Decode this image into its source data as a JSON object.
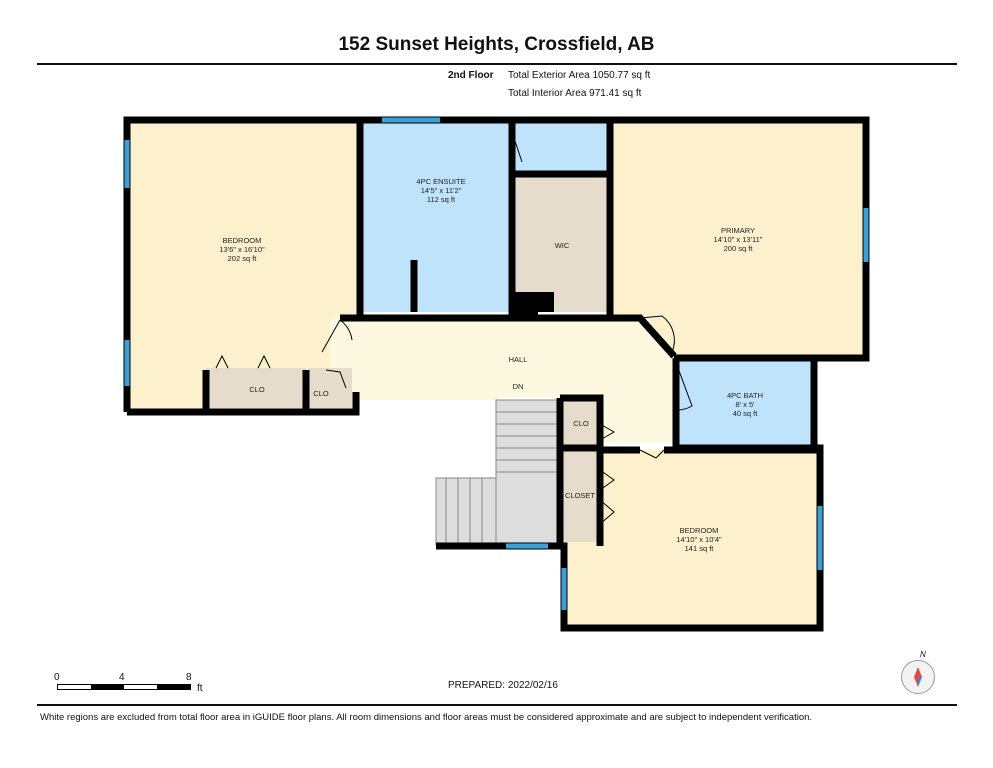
{
  "header": {
    "title": "152 Sunset Heights, Crossfield, AB",
    "floor_label": "2nd Floor",
    "exterior_area": "Total Exterior Area 1050.77 sq ft",
    "interior_area": "Total Interior Area 971.41 sq ft"
  },
  "rooms": {
    "bedroom_left": {
      "name": "BEDROOM",
      "dims": "13'6\" x 16'10\"",
      "area": "202 sq ft"
    },
    "ensuite": {
      "name": "4PC ENSUITE",
      "dims": "14'5\" x 11'2\"",
      "area": "112 sq ft"
    },
    "wic": {
      "name": "WIC"
    },
    "primary": {
      "name": "PRIMARY",
      "dims": "14'10\" x 13'11\"",
      "area": "200 sq ft"
    },
    "hall": {
      "name": "HALL",
      "stairs": "DN"
    },
    "bath": {
      "name": "4PC BATH",
      "dims": "8' x 5'",
      "area": "40 sq ft"
    },
    "clo_left": {
      "name": "CLO"
    },
    "clo_small": {
      "name": "CLO"
    },
    "clo_hall": {
      "name": "CLO"
    },
    "closet": {
      "name": "CLOSET"
    },
    "bedroom_bottom": {
      "name": "BEDROOM",
      "dims": "14'10\" x 10'4\"",
      "area": "141 sq ft"
    }
  },
  "scale": {
    "ticks": [
      "0",
      "4",
      "8"
    ],
    "unit": "ft"
  },
  "compass": {
    "label": "N"
  },
  "prepared": "PREPARED: 2022/02/16",
  "footer": "White regions are excluded from total floor area in iGUIDE floor plans. All room dimensions and floor areas must be considered approximate and are subject to independent verification.",
  "colors": {
    "bedroom": "#fdf0cd",
    "bath": "#bfe3fb",
    "closet": "#e5dccb",
    "hall": "#fdf8e0",
    "wall": "#000000",
    "window": "#3aa0d8"
  }
}
